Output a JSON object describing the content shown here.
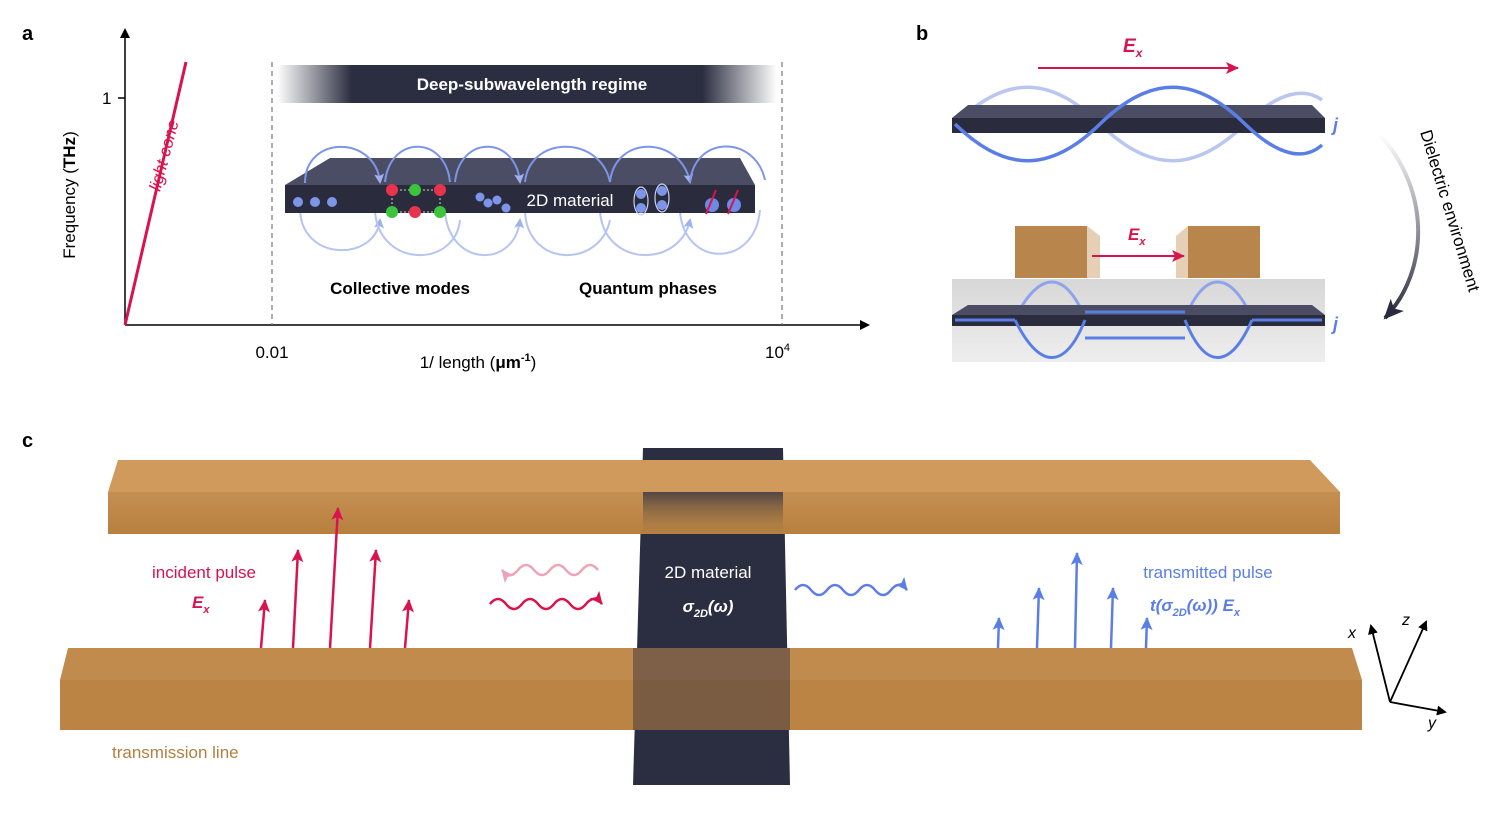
{
  "panel_a": {
    "label": "a",
    "y_axis": {
      "label_prefix": "Frequency (",
      "label_bold": "THz",
      "label_suffix": ")",
      "tick": "1"
    },
    "x_axis": {
      "label_prefix": "1/ length (",
      "label_bold": "μm",
      "label_sup": "-1",
      "label_suffix": ")",
      "tick_left": "0.01",
      "tick_right_base": "10",
      "tick_right_exp": "4"
    },
    "light_cone": "light cone",
    "regime_banner": "Deep-subwavelength regime",
    "material_label": "2D material",
    "collective_modes": "Collective modes",
    "quantum_phases": "Quantum phases",
    "colors": {
      "red": "#d9134d",
      "blue": "#5b7ee6",
      "slab": "#2a2c3e"
    }
  },
  "panel_b": {
    "label": "b",
    "field_top": {
      "base": "E",
      "sub": "x"
    },
    "field_mid": {
      "base": "E",
      "sub": "x"
    },
    "current_top": "j",
    "current_bottom": "j",
    "environment": "Dielectric environment"
  },
  "panel_c": {
    "label": "c",
    "incident_title": "incident pulse",
    "incident_field": {
      "base": "E",
      "sub": "x"
    },
    "material_label": "2D material",
    "sigma": {
      "base": "σ",
      "sub": "2D",
      "suffix": "(ω)"
    },
    "transmitted_title": "transmitted pulse",
    "transmitted_field": {
      "prefix": "t(σ",
      "sub": "2D",
      "suffix": "(ω)) E",
      "sub2": "x"
    },
    "line_label": "transmission line",
    "axes": {
      "x": "x",
      "y": "y",
      "z": "z"
    },
    "colors": {
      "line": "#c08a4c",
      "material": "#2b2d40"
    }
  }
}
